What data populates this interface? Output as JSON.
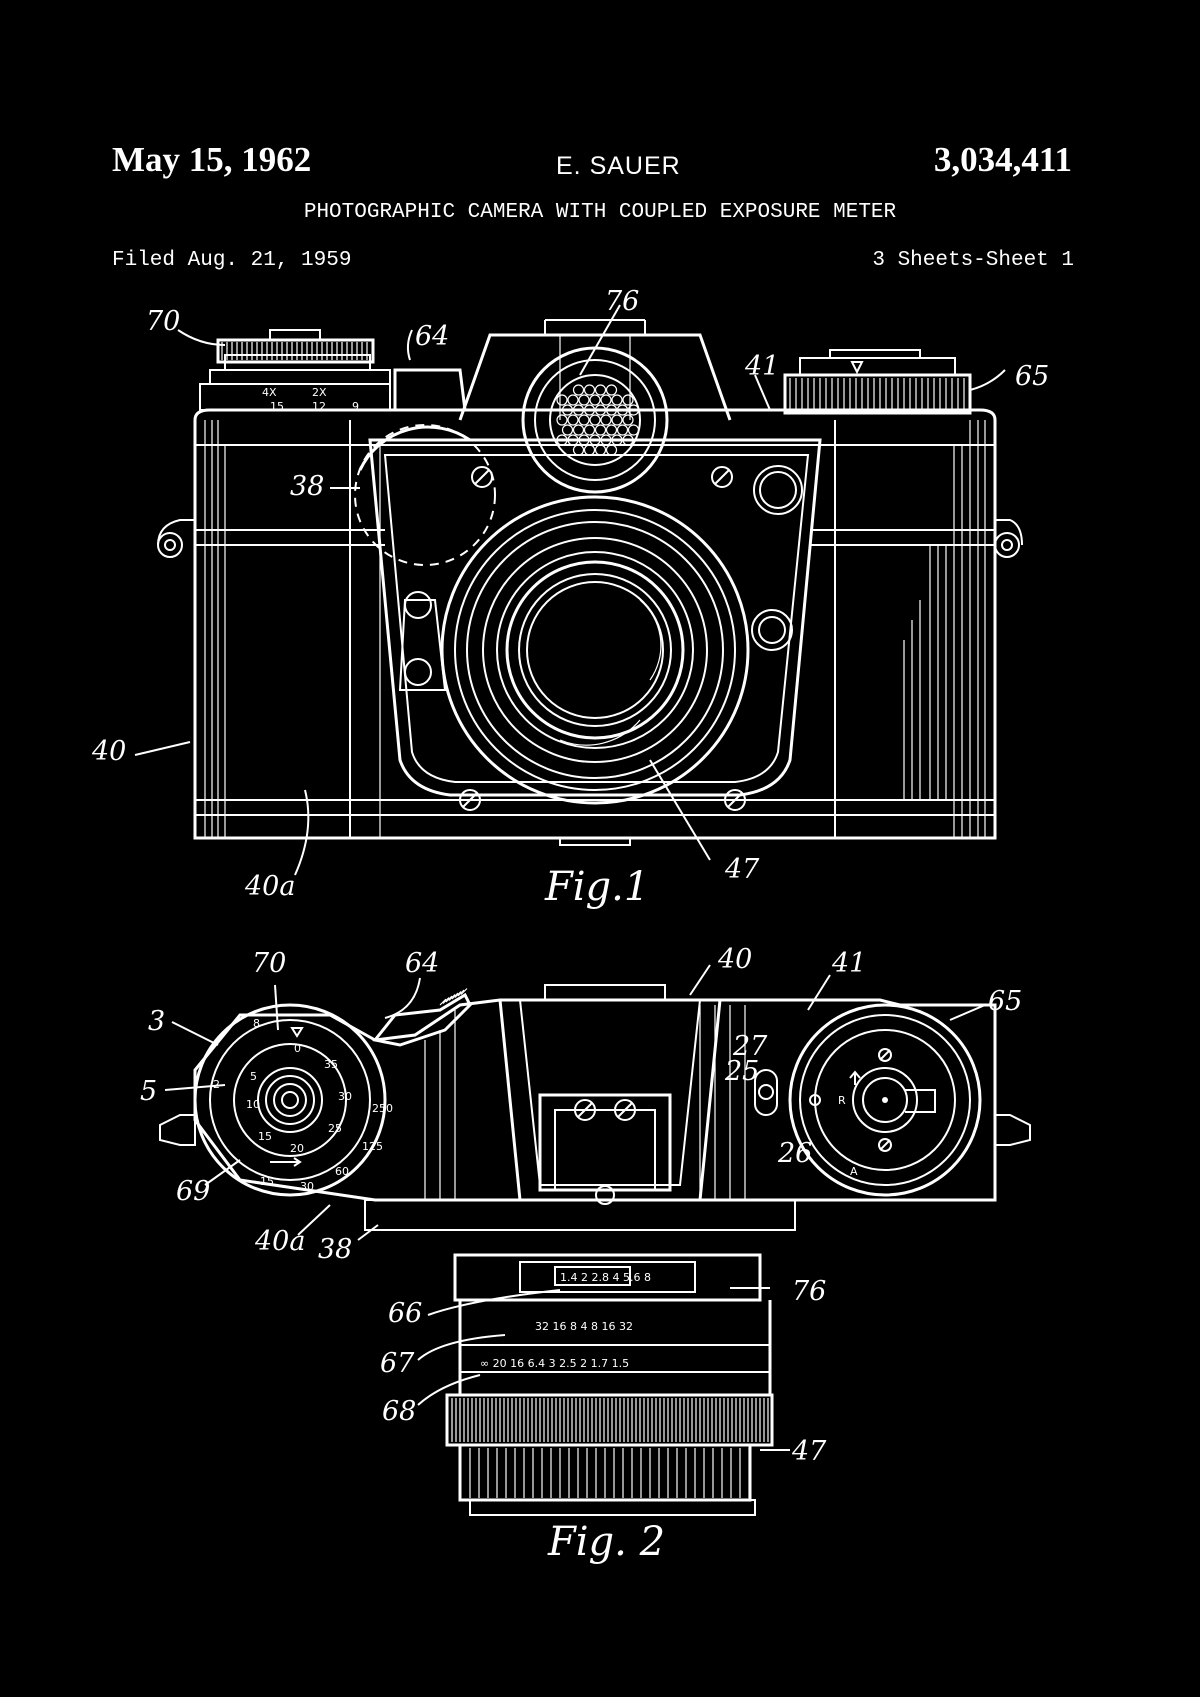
{
  "header": {
    "date": "May 15, 1962",
    "inventor": "E. SAUER",
    "patent_number": "3,034,411",
    "title": "PHOTOGRAPHIC CAMERA WITH COUPLED EXPOSURE METER",
    "filed": "Filed Aug. 21, 1959",
    "sheets": "3 Sheets-Sheet 1"
  },
  "figures": {
    "fig1": {
      "label": "Fig.1",
      "refs": {
        "r70": "70",
        "r64": "64",
        "r76": "76",
        "r41": "41",
        "r65": "65",
        "r38": "38",
        "r40": "40",
        "r40a": "40a",
        "r47": "47"
      }
    },
    "fig2": {
      "label": "Fig. 2",
      "refs": {
        "r70": "70",
        "r64": "64",
        "r40": "40",
        "r41": "41",
        "r65": "65",
        "r3": "3",
        "r5": "5",
        "r69": "69",
        "r27": "27",
        "r25": "25",
        "r26": "26",
        "r40a": "40a",
        "r38": "38",
        "r66": "66",
        "r76": "76",
        "r67": "67",
        "r68": "68",
        "r47": "47"
      }
    }
  },
  "dial_marks": {
    "left_dial": [
      "0",
      "35",
      "30",
      "25",
      "20",
      "15",
      "10",
      "5",
      "8",
      "2",
      "250",
      "125",
      "60",
      "30",
      "15"
    ],
    "fig1_dial": [
      "4X",
      "2X",
      "15",
      "12",
      "9"
    ],
    "meter_window": "1.4 2 2.8 4 5.6 8",
    "lens_depth_scale": "32 16 8 4 8 16 32",
    "lens_distance_scale": "∞ 20 16 6.4 3 2.5 2 1.7 1.5",
    "right_dial": [
      "R",
      "A"
    ]
  }
}
